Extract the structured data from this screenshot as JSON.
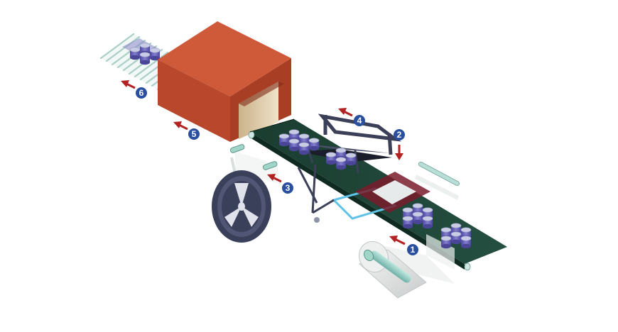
{
  "diagram": {
    "colors": {
      "conveyor": "#1f4a3a",
      "shrink_tunnel": "#b8452a",
      "arrow": "#b22222",
      "step_marker": "#2a4f9e",
      "cans": "#6a64b8",
      "frame": "#3c3f58"
    },
    "steps": [
      {
        "number": "1"
      },
      {
        "number": "2"
      },
      {
        "number": "3"
      },
      {
        "number": "4"
      },
      {
        "number": "5"
      },
      {
        "number": "6"
      }
    ]
  }
}
